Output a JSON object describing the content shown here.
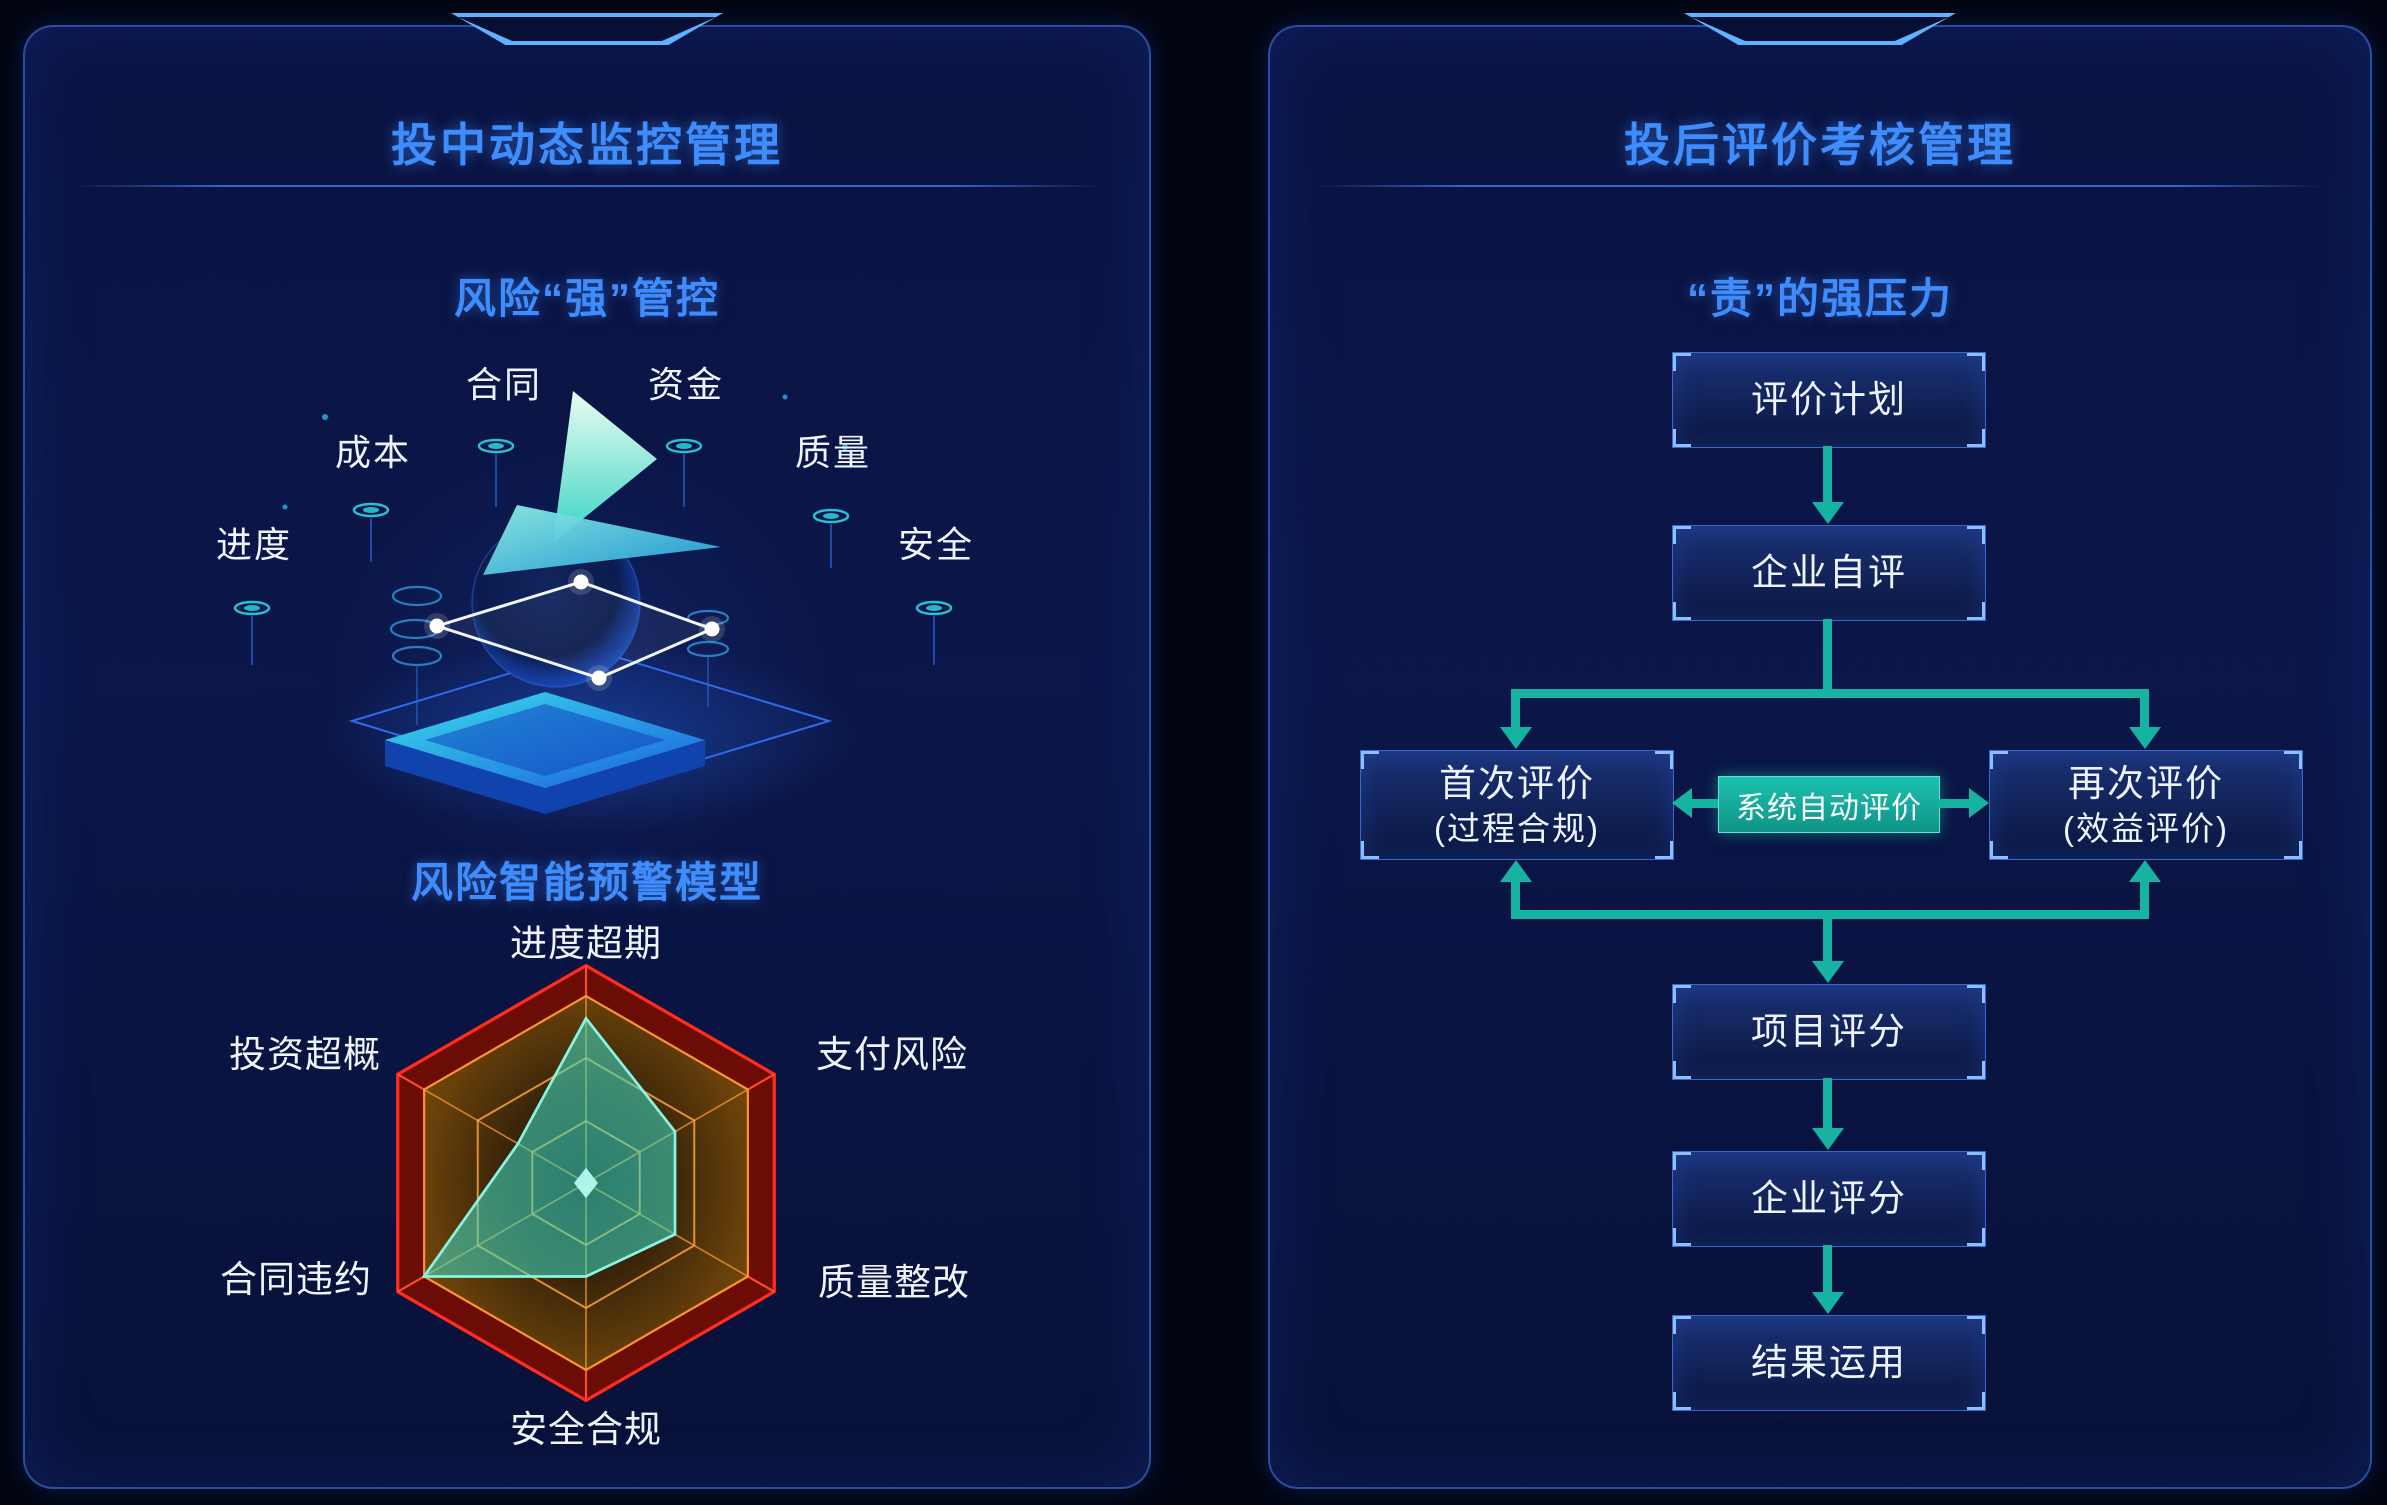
{
  "colors": {
    "background": "#020510",
    "panel_border": "#3a6ce0",
    "title_blue": "#3f8cfd",
    "arrow_teal": "#17b3a2",
    "box_border": "#3c68cc",
    "auto_eval_teal": "#14b0a0",
    "radar_frame_red": "#e02414",
    "radar_grid_orange": "#ffa437",
    "radar_value_teal": "#40e0c8"
  },
  "left_panel": {
    "title": "投中动态监控管理",
    "subtitle": "风险“强”管控",
    "monitor_labels": [
      "进度",
      "成本",
      "合同",
      "资金",
      "质量",
      "安全"
    ],
    "model_title": "风险智能预警模型"
  },
  "right_panel": {
    "title": "投后评价考核管理",
    "subtitle": "“责”的强压力",
    "flow": {
      "plan": "评价计划",
      "self_eval": "企业自评",
      "first_eval_line1": "首次评价",
      "first_eval_line2": "(过程合规)",
      "auto_eval": "系统自动评价",
      "second_eval_line1": "再次评价",
      "second_eval_line2": "(效益评价)",
      "project_score": "项目评分",
      "company_score": "企业评分",
      "result_use": "结果运用"
    }
  },
  "chart_data": {
    "type": "radar",
    "title": "风险智能预警模型",
    "categories": [
      "进度超期",
      "支付风险",
      "质量整改",
      "安全合规",
      "合同违约",
      "投资超概"
    ],
    "values": [
      0.88,
      0.55,
      0.55,
      0.5,
      1.0,
      0.42
    ],
    "max": 1,
    "layout": "pointy-top hexagon, categories clockwise from top vertex",
    "legend_position": "none",
    "grid": true
  }
}
